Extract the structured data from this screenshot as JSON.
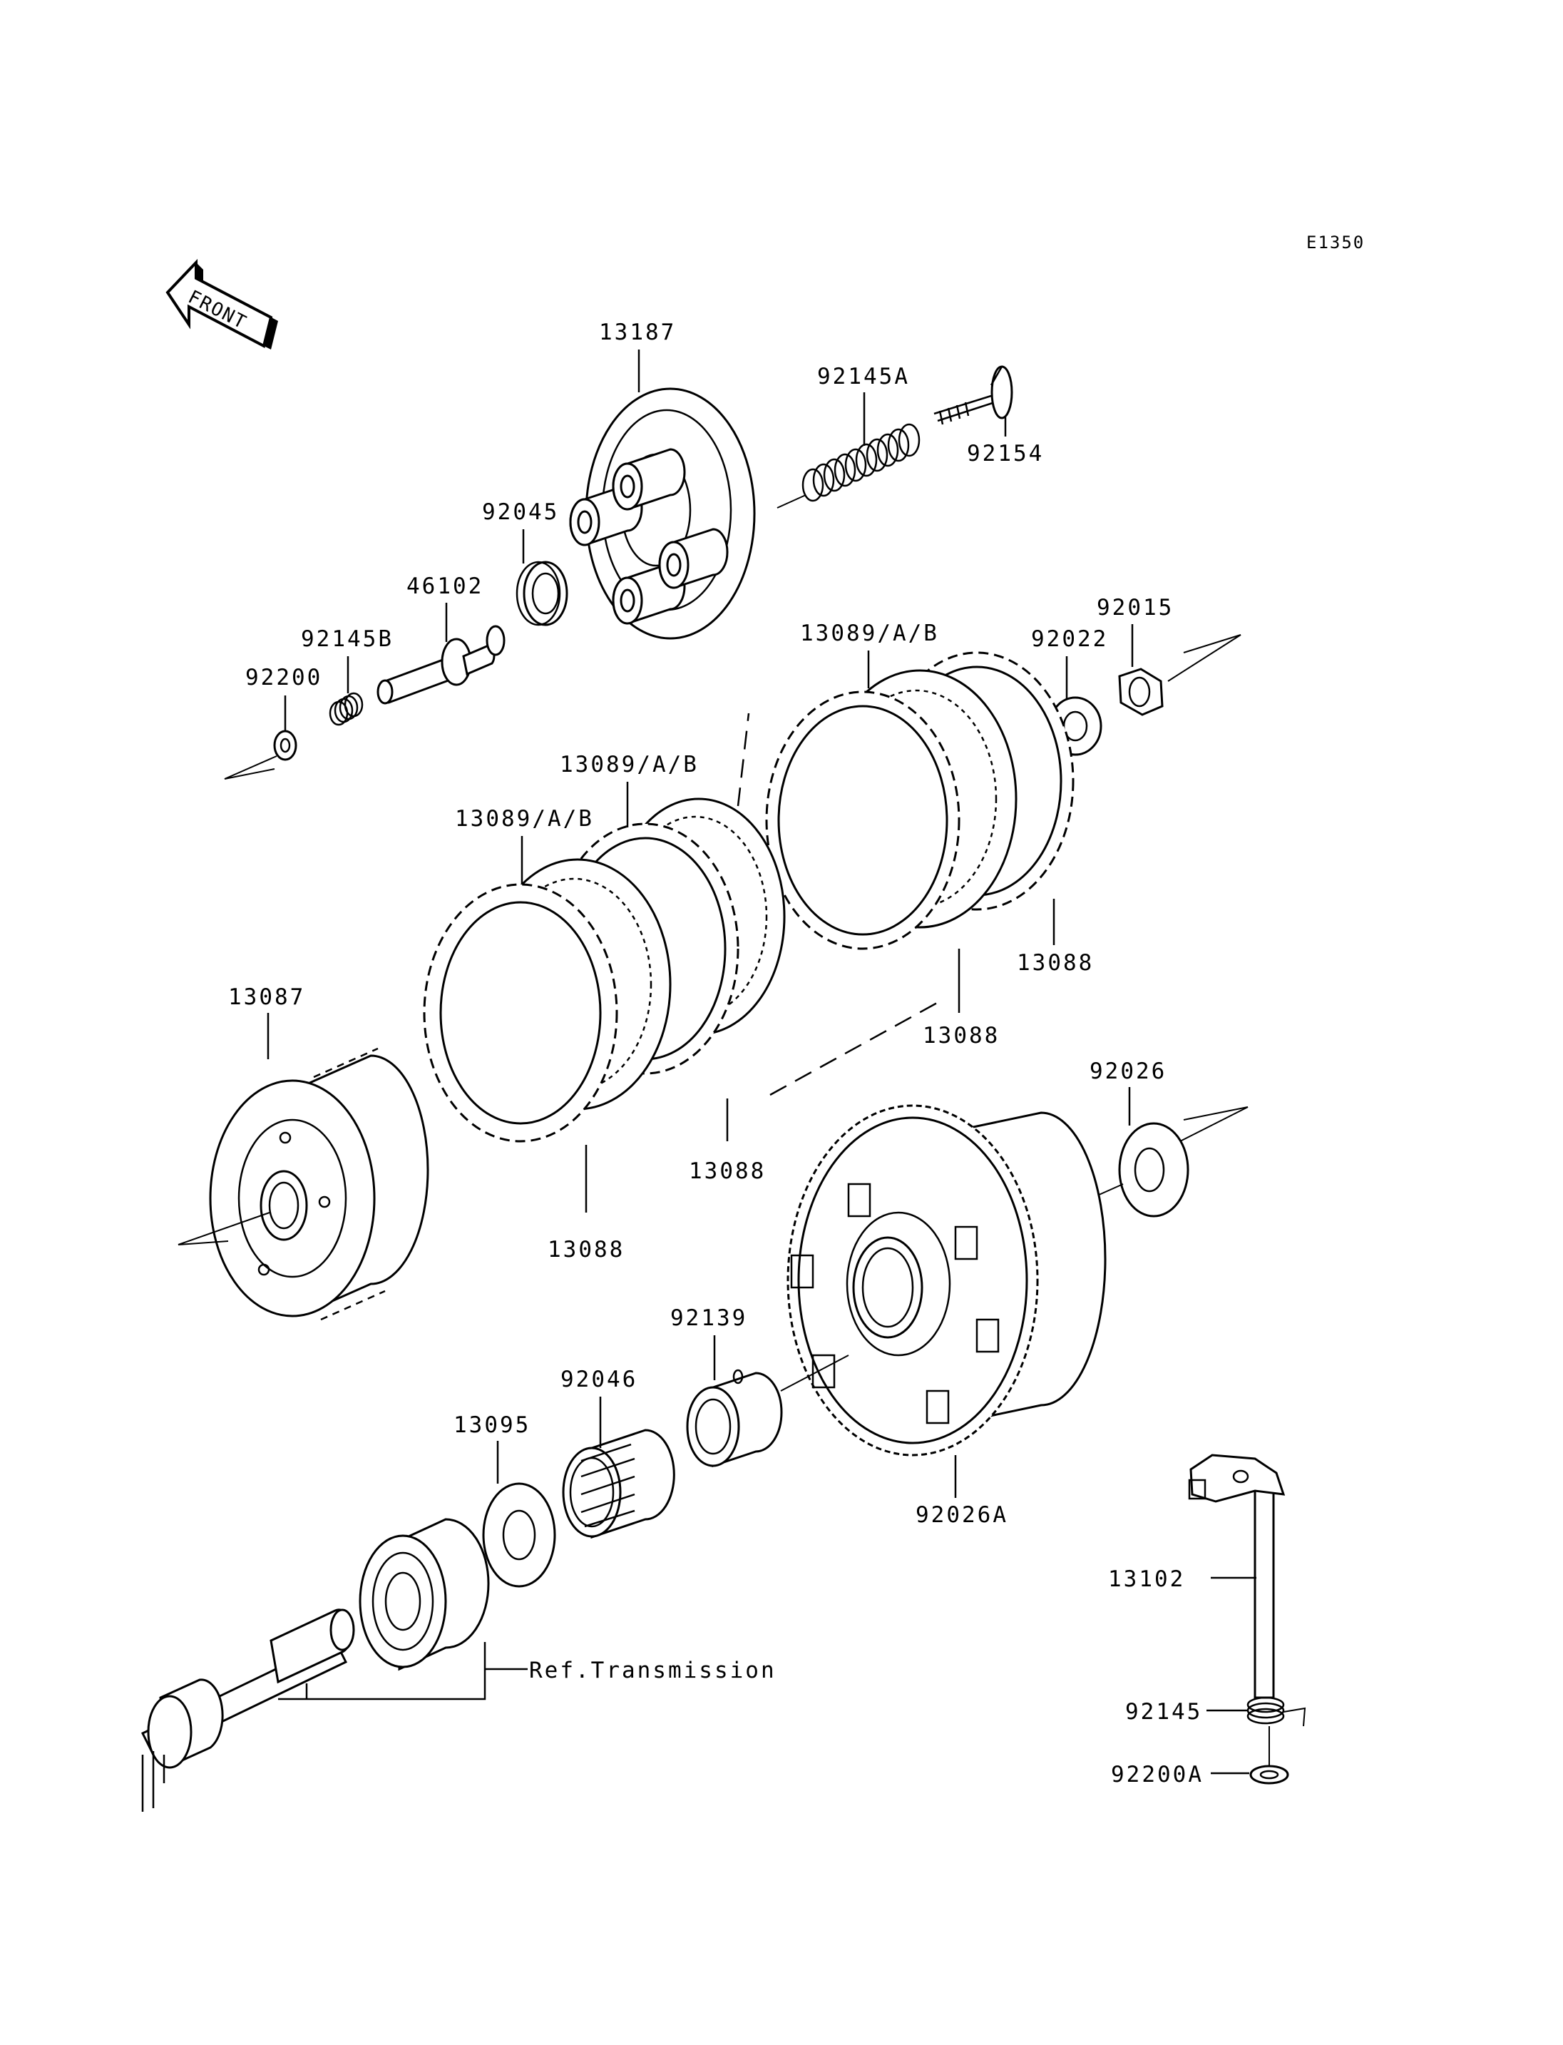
{
  "diagram": {
    "code": "E1350",
    "front_label": "FRONT",
    "ref_label": "Ref.Transmission",
    "parts": [
      {
        "id": "p13187",
        "label": "13187"
      },
      {
        "id": "p92145A",
        "label": "92145A"
      },
      {
        "id": "p92154",
        "label": "92154"
      },
      {
        "id": "p92045",
        "label": "92045"
      },
      {
        "id": "p46102",
        "label": "46102"
      },
      {
        "id": "p92145B",
        "label": "92145B"
      },
      {
        "id": "p92200",
        "label": "92200"
      },
      {
        "id": "p92015",
        "label": "92015"
      },
      {
        "id": "p92022",
        "label": "92022"
      },
      {
        "id": "p13089a",
        "label": "13089/A/B"
      },
      {
        "id": "p13089b",
        "label": "13089/A/B"
      },
      {
        "id": "p13089c",
        "label": "13089/A/B"
      },
      {
        "id": "p13088a",
        "label": "13088"
      },
      {
        "id": "p13088b",
        "label": "13088"
      },
      {
        "id": "p13088c",
        "label": "13088"
      },
      {
        "id": "p13088d",
        "label": "13088"
      },
      {
        "id": "p13087",
        "label": "13087"
      },
      {
        "id": "p92026",
        "label": "92026"
      },
      {
        "id": "p92139",
        "label": "92139"
      },
      {
        "id": "p92046",
        "label": "92046"
      },
      {
        "id": "p92026A",
        "label": "92026A"
      },
      {
        "id": "p13095",
        "label": "13095"
      },
      {
        "id": "p13102",
        "label": "13102"
      },
      {
        "id": "p92145",
        "label": "92145"
      },
      {
        "id": "p92200A",
        "label": "92200A"
      }
    ]
  }
}
